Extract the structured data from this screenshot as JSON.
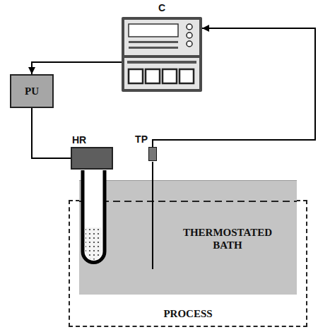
{
  "diagram": {
    "nodes": [
      {
        "text": [
          "C"
        ]
      },
      {
        "text": [
          "PU"
        ]
      },
      {
        "text": [
          "HR"
        ]
      },
      {
        "text": [
          "TP"
        ]
      },
      {
        "text": [
          "PROCESS"
        ]
      },
      {
        "text": [
          "THERMOSTATED BATH"
        ],
        "in": 4
      }
    ],
    "edges": [
      {
        "from": 0,
        "to": 1,
        "arrow": "to"
      },
      {
        "from": 1,
        "to": 2,
        "arrow": "none"
      },
      {
        "from": 3,
        "to": 0,
        "arrow": "to"
      }
    ]
  }
}
